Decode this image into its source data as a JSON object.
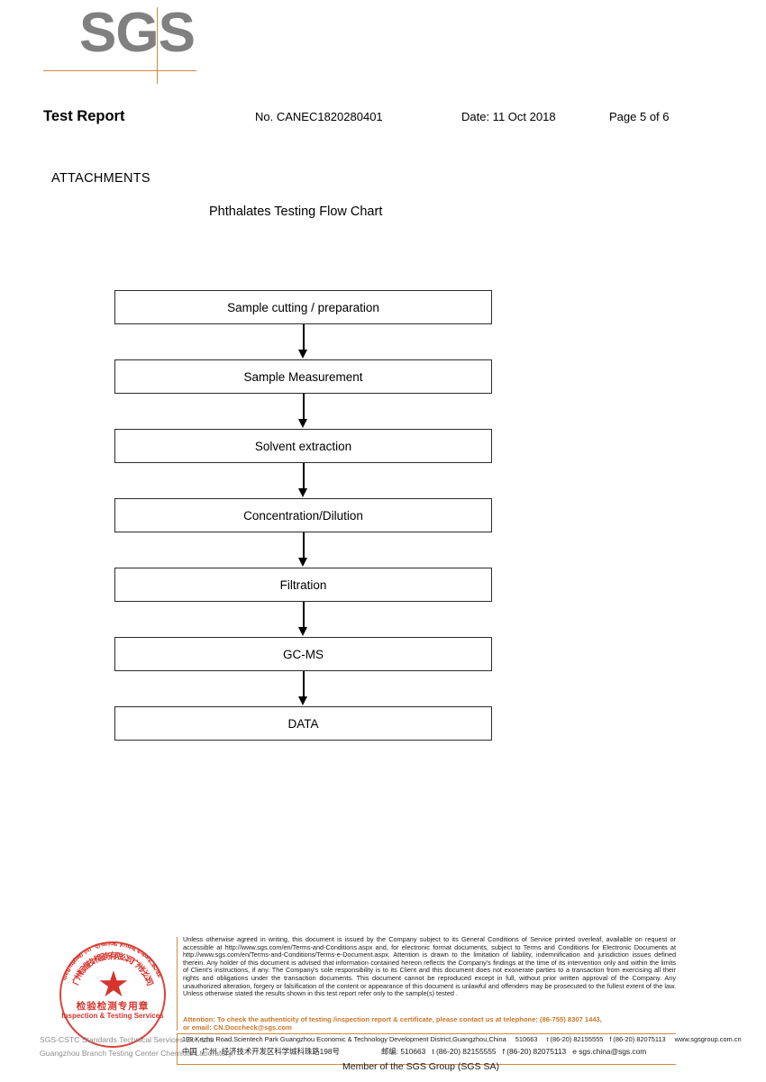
{
  "logo": {
    "text": "SGS"
  },
  "header": {
    "title": "Test Report",
    "report_no": "No. CANEC1820280401",
    "date": "Date: 11 Oct 2018",
    "page": "Page 5 of 6"
  },
  "section": {
    "attachments": "ATTACHMENTS",
    "flow_chart_title": "Phthalates Testing Flow Chart"
  },
  "flow_chart": {
    "steps": [
      {
        "label": "Sample cutting / preparation"
      },
      {
        "label": "Sample Measurement"
      },
      {
        "label": "Solvent extraction"
      },
      {
        "label": "Concentration/Dilution"
      },
      {
        "label": "Filtration"
      },
      {
        "label": "GC-MS"
      },
      {
        "label": "DATA"
      }
    ]
  },
  "seal": {
    "arc_top": "广州标准技术服务有限公司广州分公司",
    "arc_bottom": "SGS-CSTC Standards Technical Services Co., Ltd. Guangzhou Branch",
    "star": "★",
    "center_cn": "检验检测专用章",
    "center_en": "Inspection & Testing Services",
    "overlay_line1": "SGS-CSTC Standards Technical Services Co., Ltd.",
    "overlay_line2": "Guangzhou Branch Testing Center Chemical Laboratory.",
    "color": "#d6342c"
  },
  "footer": {
    "legal_text": "Unless otherwise agreed in writing, this document is issued by the Company subject to its General Conditions of Service printed overleaf, available on request or accessible at http://www.sgs.com/en/Terms-and-Conditions.aspx and, for electronic format documents, subject to Terms and Conditions for Electronic Documents at http://www.sgs.com/en/Terms-and-Conditions/Terms-e-Document.aspx. Attention is drawn to the limitation of liability, indemnification and jurisdiction issues defined therein. Any holder of this document is advised that information contained hereon reflects the Company's findings at the time of its intervention only and within the limits of Client's instructions, if any. The Company's sole responsibility is to its Client and this document does not exonerate parties to a transaction from exercising all their rights and obligations under the transaction documents. This document cannot be reproduced except in full, without prior written approval of the Company. Any unauthorized alteration, forgery or falsification of the content or appearance of this document is unlawful and offenders may be prosecuted to the fullest extent of the law. Unless otherwise stated the results shown in this test report refer only to the sample(s) tested .",
    "attention_line1": "Attention: To check the authenticity of testing /inspection report & certificate, please contact us at telephone: (86-755) 8307 1443,",
    "attention_line2": "or email: CN.Doccheck@sgs.com",
    "attention_color": "#c8762a",
    "address_en": "198 Kezhu Road,Scientech Park Guangzhou Economic & Technology Development District,Guangzhou,China",
    "postcode_en": "510663",
    "tel_en": "t (86-20) 82155555",
    "fax_en": "f (86-20) 82075113",
    "web_en": "www.sgsgroup.com.cn",
    "address_cn": "中国 ·广州 ·经济技术开发区科学城科珠路198号",
    "postcode_cn": "邮编: 510663",
    "tel_cn": "t (86-20) 82155555",
    "fax_cn": "f (86-20) 82075113",
    "email_cn": "e sgs.china@sgs.com",
    "member_line": "Member of the SGS Group (SGS SA)",
    "rule_color": "#d08a3e"
  }
}
